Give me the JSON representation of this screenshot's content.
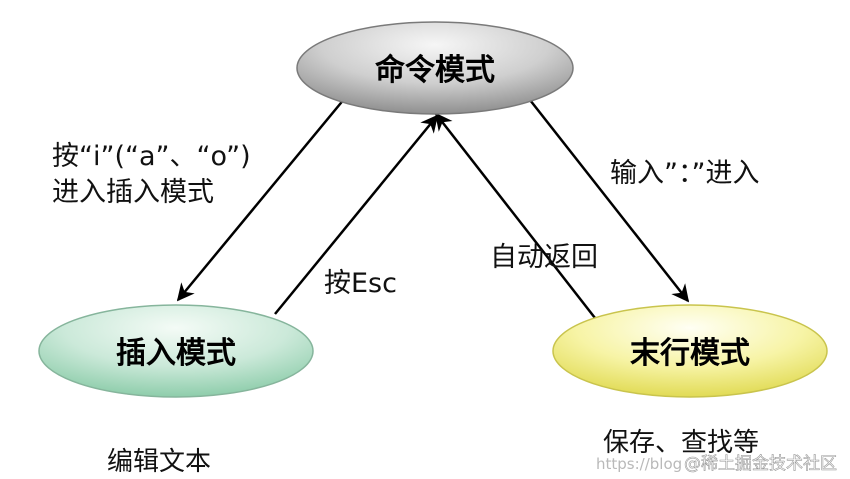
{
  "nodes": {
    "command": {
      "label": "命令模式"
    },
    "insert": {
      "label": "插入模式"
    },
    "lastline": {
      "label": "末行模式"
    }
  },
  "edges": {
    "command_to_insert": {
      "line1": "按“i”(“a”、“o”)",
      "line2": "进入插入模式"
    },
    "insert_to_command": {
      "label": "按Esc"
    },
    "command_to_lastline": {
      "label": "输入”：”进入"
    },
    "lastline_to_command": {
      "label": "自动返回"
    }
  },
  "notes": {
    "insert_desc": "编辑文本",
    "lastline_desc": "保存、查找等"
  },
  "watermark": {
    "url": "https://blog",
    "brand": "@稀土掘金技术社区"
  },
  "colors": {
    "command_fill_top": "#f4f4f4",
    "command_fill_bottom": "#8f8f8f",
    "insert_fill_top": "#f4fbf6",
    "insert_fill_bottom": "#97d2b3",
    "lastline_fill_top": "#fffff0",
    "lastline_fill_bottom": "#e6e15f",
    "stroke": "#000000"
  }
}
